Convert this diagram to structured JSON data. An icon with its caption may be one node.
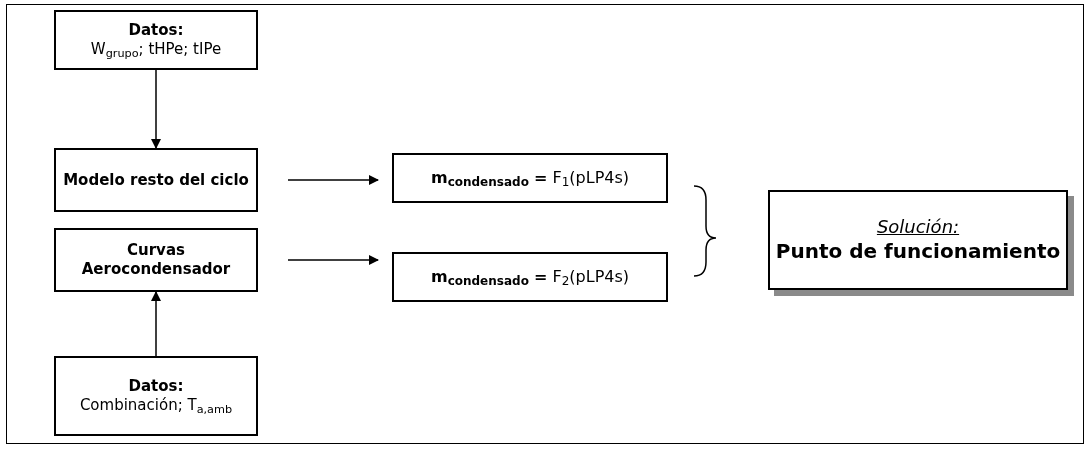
{
  "diagram": {
    "nodes": [
      {
        "text": [
          "Datos:",
          "W$_{grupo}$; tHPe; tIPe"
        ]
      },
      {
        "text": [
          "Modelo resto del ciclo"
        ]
      },
      {
        "text": [
          "Curvas Aerocondensador"
        ]
      },
      {
        "text": [
          "Datos:",
          "Combinación; T$_{a,amb}$"
        ]
      },
      {
        "text": [
          "**m**$_{condensado}$ **=** F$_{1}$(pLP4s)"
        ]
      },
      {
        "text": [
          "**m**$_{condensado}$ **=** F$_{2}$(pLP4s)"
        ]
      },
      {
        "text": [
          "Solución:",
          "Punto de funcionamiento"
        ]
      }
    ],
    "edges": [
      {
        "from": 0,
        "to": 1,
        "arrow": "to"
      },
      {
        "from": 3,
        "to": 2,
        "arrow": "to"
      },
      {
        "from": 1,
        "to": 4,
        "arrow": "to"
      },
      {
        "from": 2,
        "to": 5,
        "arrow": "to"
      }
    ]
  }
}
